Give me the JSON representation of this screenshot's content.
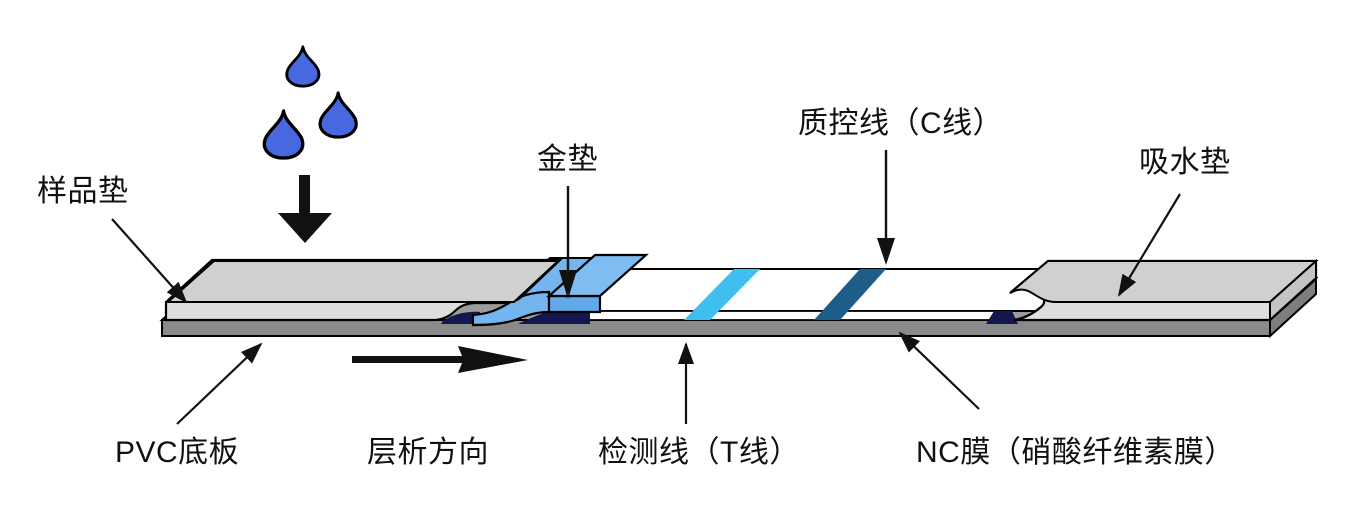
{
  "diagram": {
    "title": "lateral-flow-test-strip-schematic",
    "labels": {
      "sample_pad": "样品垫",
      "gold_pad": "金垫",
      "control_line": "质控线（C线）",
      "absorbent_pad": "吸水垫",
      "pvc_backing": "PVC底板",
      "flow_direction": "层析方向",
      "test_line": "检测线（T线）",
      "nc_membrane": "NC膜（硝酸纤维素膜）"
    },
    "colors": {
      "droplet": "#4768DF",
      "gold_pad_top": "#7FBCF2",
      "gold_pad_front": "#63A9E9",
      "gold_pad_wave": "#74B5EF",
      "test_line": "#3FBEF0",
      "control_line": "#1E5C89",
      "pad_top": "#D0D0D0",
      "pad_front": "#DEDEDE",
      "pad_end": "#C4C4C4",
      "backing_front": "#8A8A8A",
      "backing_top": "#9C9C9C",
      "backing_end": "#7E7E7E",
      "membrane": "#FFFFFF",
      "shadow_navy": "#14164E",
      "ink": "#111111"
    }
  }
}
